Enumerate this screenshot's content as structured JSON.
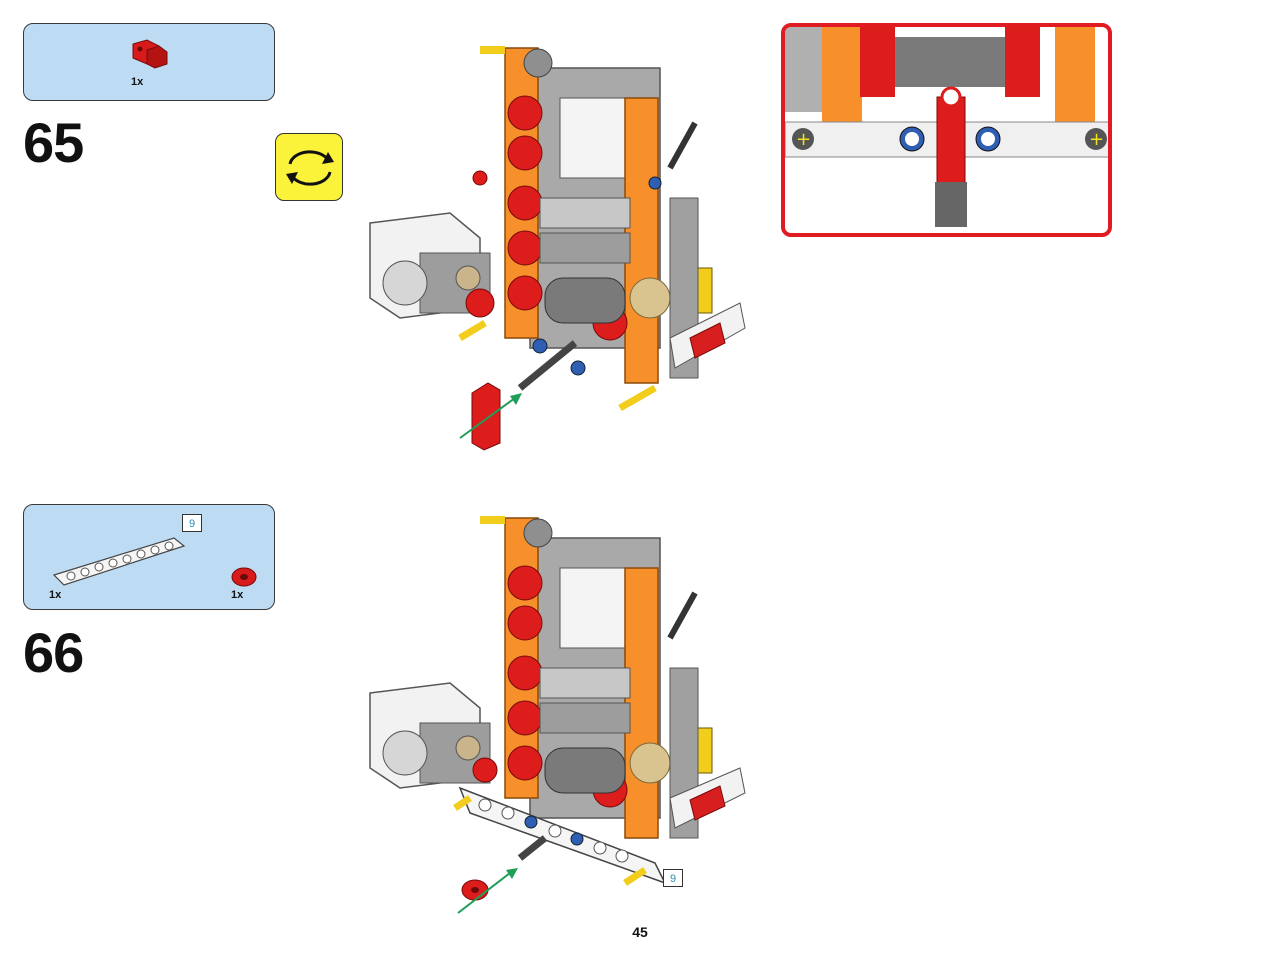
{
  "steps": [
    {
      "number": "65",
      "parts": [
        {
          "qty": "1x",
          "part": "red-axle-connector"
        }
      ],
      "rotate_model": true,
      "callout": true
    },
    {
      "number": "66",
      "parts": [
        {
          "qty": "1x",
          "part": "white-liftarm-9",
          "length": "9"
        },
        {
          "qty": "1x",
          "part": "red-bush"
        }
      ],
      "beam_length_tag": "9"
    }
  ],
  "page_number": "45",
  "colors": {
    "parts_box": "#bddbf3",
    "frame_orange": "#f7902b",
    "gear_red": "#dd1c1c",
    "beam_gray": "#9b9b9b",
    "rotate_yellow": "#fbf23a",
    "callout_border": "#e01b22",
    "arrow_green": "#1f9e57"
  }
}
